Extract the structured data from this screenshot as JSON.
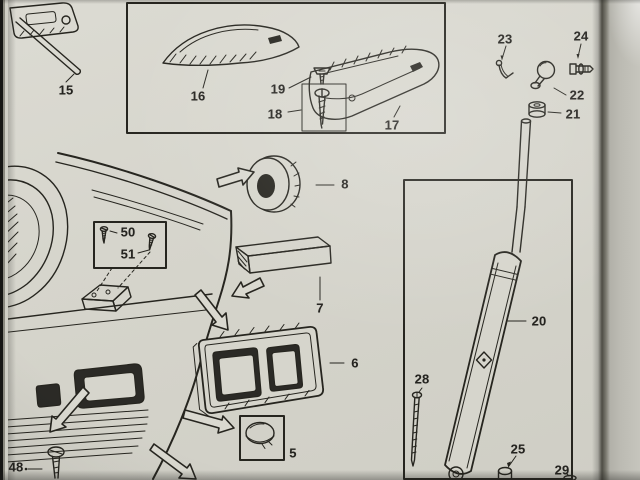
{
  "page": {
    "paper_color": "#d6d5cc",
    "ink_color": "#26251f",
    "opening_color": "#2b2a26"
  },
  "diagram": {
    "part_labels": {
      "p5": "5",
      "p6": "6",
      "p7": "7",
      "p8": "8",
      "p15": "15",
      "p16": "16",
      "p17": "17",
      "p18": "18",
      "p19": "19",
      "p20": "20",
      "p21": "21",
      "p22": "22",
      "p23": "23",
      "p24": "24",
      "p25": "25",
      "p28": "28",
      "p29": "29",
      "p48": "48",
      "p50": "50",
      "p51": "51"
    }
  }
}
